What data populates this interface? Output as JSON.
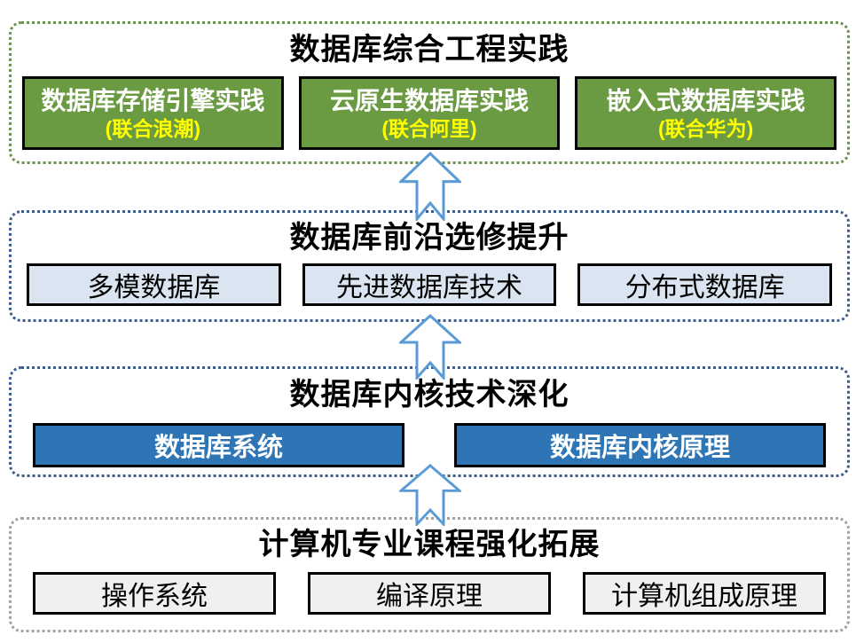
{
  "tiers": [
    {
      "id": "practice",
      "title": "数据库综合工程实践",
      "boxes": [
        {
          "label": "数据库存储引擎实践",
          "sublabel": "(联合浪潮)"
        },
        {
          "label": "云原生数据库实践",
          "sublabel": "(联合阿里)"
        },
        {
          "label": "嵌入式数据库实践",
          "sublabel": "(联合华为)"
        }
      ]
    },
    {
      "id": "electives",
      "title": "数据库前沿选修提升",
      "boxes": [
        {
          "label": "多模数据库"
        },
        {
          "label": "先进数据库技术"
        },
        {
          "label": "分布式数据库"
        }
      ]
    },
    {
      "id": "kernel",
      "title": "数据库内核技术深化",
      "boxes": [
        {
          "label": "数据库系统"
        },
        {
          "label": "数据库内核原理"
        }
      ]
    },
    {
      "id": "foundation",
      "title": "计算机专业课程强化拓展",
      "boxes": [
        {
          "label": "操作系统"
        },
        {
          "label": "编译原理"
        },
        {
          "label": "计算机组成原理"
        }
      ]
    }
  ],
  "arrows": {
    "icon": "up-arrow-icon",
    "direction": "up",
    "count": 3
  },
  "colors": {
    "practice_box_fill": "#6A9A41",
    "practice_box_text": "#FFFFFF",
    "practice_partner_text": "#FFFF00",
    "practice_container_border": "#6B9150",
    "electives_box_fill": "#DBE5F1",
    "kernel_box_fill": "#2E75B6",
    "kernel_box_text": "#FFFFFF",
    "foundation_box_fill": "#F0F0F0",
    "blue_container_border": "#3D5C8C",
    "gray_container_border": "#A3A3A3",
    "course_box_border": "#000000",
    "tier_title_text": "#000000",
    "arrow_outline": "#5B9BD5",
    "arrow_fill": "#FFFFFF"
  }
}
